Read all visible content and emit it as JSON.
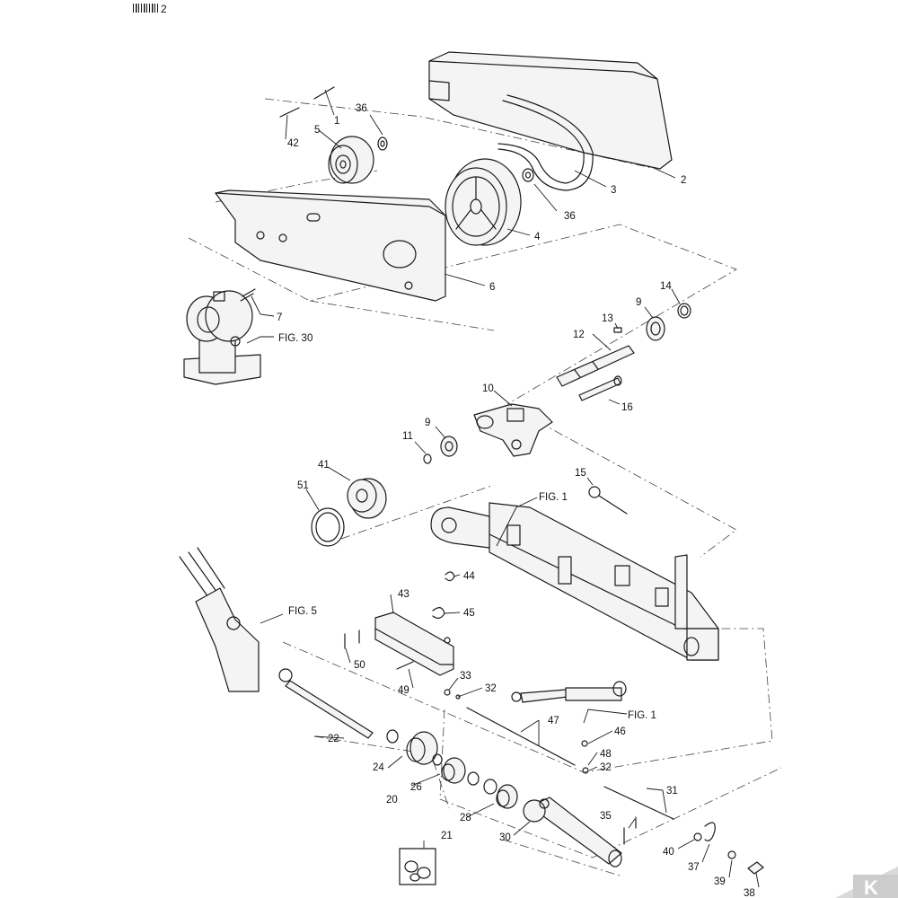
{
  "header": {
    "code_suffix": "2"
  },
  "labels": [
    {
      "id": "1",
      "text": "1"
    },
    {
      "id": "2",
      "text": "2"
    },
    {
      "id": "3",
      "text": "3"
    },
    {
      "id": "4",
      "text": "4"
    },
    {
      "id": "5",
      "text": "5"
    },
    {
      "id": "6",
      "text": "6"
    },
    {
      "id": "7",
      "text": "7"
    },
    {
      "id": "fig30",
      "text": "FIG. 30"
    },
    {
      "id": "9a",
      "text": "9"
    },
    {
      "id": "9b",
      "text": "9"
    },
    {
      "id": "10",
      "text": "10"
    },
    {
      "id": "11",
      "text": "11"
    },
    {
      "id": "12",
      "text": "12"
    },
    {
      "id": "13",
      "text": "13"
    },
    {
      "id": "14",
      "text": "14"
    },
    {
      "id": "15",
      "text": "15"
    },
    {
      "id": "16",
      "text": "16"
    },
    {
      "id": "fig1a",
      "text": "FIG. 1"
    },
    {
      "id": "20",
      "text": "20"
    },
    {
      "id": "21",
      "text": "21"
    },
    {
      "id": "22",
      "text": "22"
    },
    {
      "id": "24",
      "text": "24"
    },
    {
      "id": "26",
      "text": "26"
    },
    {
      "id": "28",
      "text": "28"
    },
    {
      "id": "30",
      "text": "30"
    },
    {
      "id": "31",
      "text": "31"
    },
    {
      "id": "32a",
      "text": "32"
    },
    {
      "id": "32b",
      "text": "32"
    },
    {
      "id": "33",
      "text": "33"
    },
    {
      "id": "35",
      "text": "35"
    },
    {
      "id": "36a",
      "text": "36"
    },
    {
      "id": "36b",
      "text": "36"
    },
    {
      "id": "37",
      "text": "37"
    },
    {
      "id": "38",
      "text": "38"
    },
    {
      "id": "39",
      "text": "39"
    },
    {
      "id": "40",
      "text": "40"
    },
    {
      "id": "41",
      "text": "41"
    },
    {
      "id": "42",
      "text": "42"
    },
    {
      "id": "43",
      "text": "43"
    },
    {
      "id": "44",
      "text": "44"
    },
    {
      "id": "45",
      "text": "45"
    },
    {
      "id": "46",
      "text": "46"
    },
    {
      "id": "47",
      "text": "47"
    },
    {
      "id": "48",
      "text": "48"
    },
    {
      "id": "49",
      "text": "49"
    },
    {
      "id": "50",
      "text": "50"
    },
    {
      "id": "51",
      "text": "51"
    },
    {
      "id": "fig5",
      "text": "FIG. 5"
    },
    {
      "id": "fig1b",
      "text": "FIG. 1"
    }
  ],
  "logo": {
    "letter": "K"
  }
}
